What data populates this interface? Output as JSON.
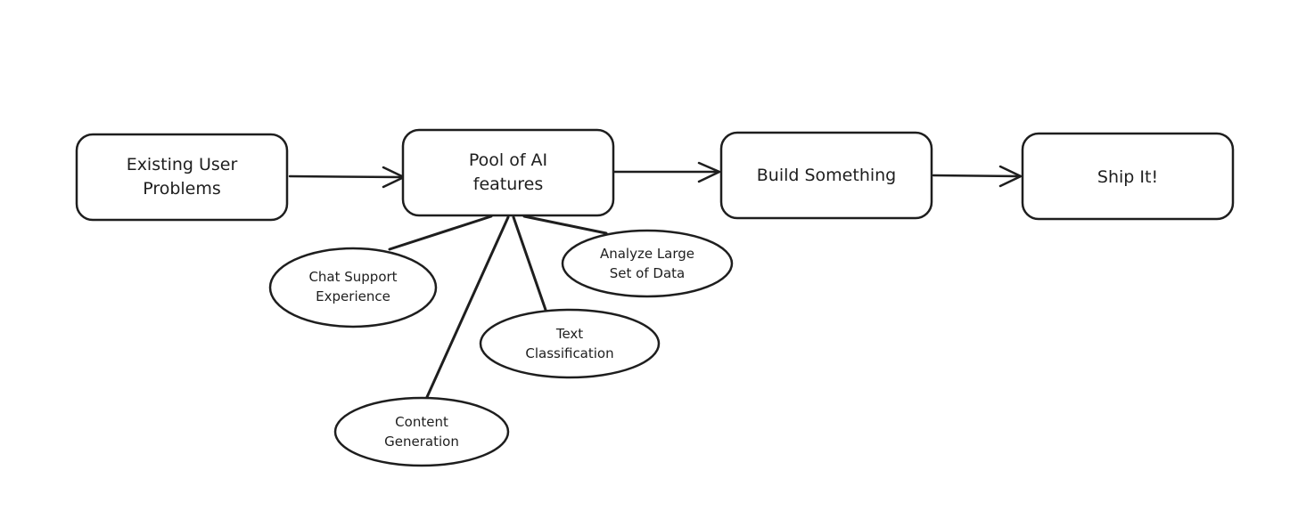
{
  "colors": {
    "stroke": "#1e1e1e",
    "background": "#ffffff",
    "text": "#1e1e1e"
  },
  "nodes": {
    "existing_user_problems": {
      "line1": "Existing User",
      "line2": "Problems"
    },
    "pool_of_ai_features": {
      "line1": "Pool of AI",
      "line2": "features"
    },
    "build_something": {
      "line1": "Build Something"
    },
    "ship_it": {
      "line1": "Ship It!"
    }
  },
  "features": {
    "chat_support": {
      "line1": "Chat Support",
      "line2": "Experience"
    },
    "analyze_data": {
      "line1": "Analyze Large",
      "line2": "Set of Data"
    },
    "text_classification": {
      "line1": "Text",
      "line2": "Classification"
    },
    "content_generation": {
      "line1": "Content",
      "line2": "Generation"
    }
  }
}
